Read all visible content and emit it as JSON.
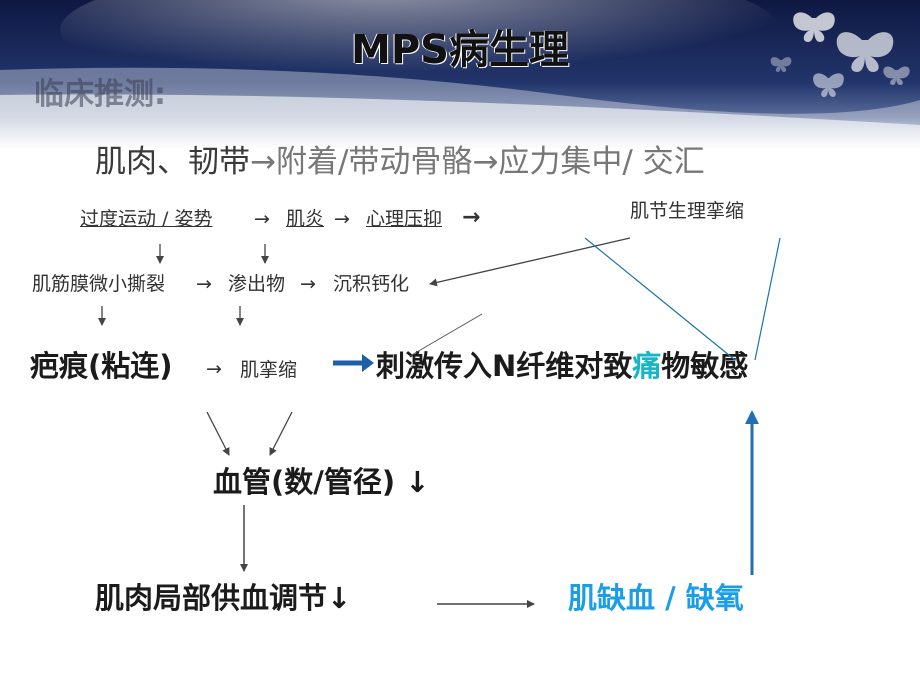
{
  "title": "MPS病生理",
  "subtitle": "临床推测:",
  "main_chain": {
    "part1": "肌肉、韧带",
    "arrow1": "→",
    "part2": "附着/带动骨骼",
    "arrow2": "→",
    "part3": "应力集中/ 交汇"
  },
  "row1": {
    "overuse": "过度运动 / 姿势",
    "arrow_a": "→",
    "myositis": "肌炎",
    "arrow_b": "→",
    "stress": "心理压抑",
    "arrow_c": "→",
    "physio_contracture": "肌节生理挛缩"
  },
  "row2": {
    "tear": "肌筋膜微小撕裂",
    "arrow_a": "→",
    "exudate": "渗出物",
    "arrow_b": "→",
    "calcification": "沉积钙化"
  },
  "row3": {
    "scar": "疤痕(粘连)",
    "arrow_a": "→",
    "spasm": "肌挛缩",
    "stimulus_pre": "刺激传入N纤维对致",
    "pain": "痛",
    "stimulus_post": "物敏感"
  },
  "vessel": {
    "label": "血管(数/管径)",
    "down_arrow": "↓"
  },
  "blood": {
    "label": "肌肉局部供血调节",
    "down_arrow": "↓"
  },
  "ischemia": {
    "label": "肌缺血 / 缺氧"
  },
  "colors": {
    "header_dark": "#16234f",
    "accent_blue": "#1a9ee8",
    "pain_aqua": "#16b5c8",
    "arrow_dark": "#444444"
  }
}
